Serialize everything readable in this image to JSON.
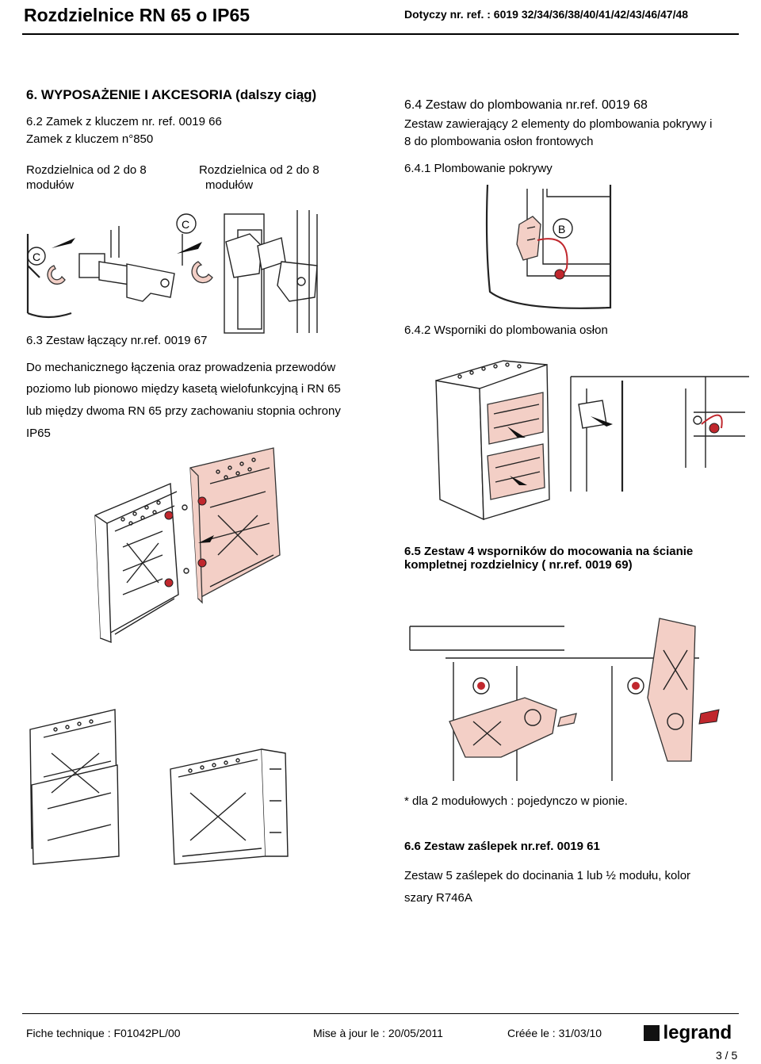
{
  "header": {
    "title": "Rozdzielnice RN 65 o IP65",
    "reference": "Dotyczy  nr. ref. : 6019 32/34/36/38/40/41/42/43/46/47/48"
  },
  "left": {
    "section_title": "6. WYPOSAŻENIE I  AKCESORIA (dalszy ciąg)",
    "s62_title": "6.2 Zamek z kluczem nr.  ref.  0019 66",
    "s62_subtitle": "Zamek  z  kluczem n°850",
    "s62_caption_a1": "Rozdzielnica od 2 do 8",
    "s62_caption_a2": "modułów",
    "s62_caption_b1": "Rozdzielnica od 2 do 8",
    "s62_caption_b2": "modułów",
    "s62_label_c": "C",
    "s63_title": "6.3 Zestaw łączący nr.ref. 0019 67",
    "s63_line1": "Do  mechanicznego łączenia oraz  prowadzenia przewodów",
    "s63_line2": "poziomo lub  pionowo między kasetą  wielofunkcyjną i RN 65",
    "s63_line3": "lub  między  dwoma  RN 65 przy  zachowaniu  stopnia  ochrony",
    "s63_line4": "IP65"
  },
  "right": {
    "s64_title": "6.4 Zestaw  do plombowania nr.ref. 0019 68",
    "s64_line1": "Zestaw zawierający 2 elementy do  plombowania  pokrywy i",
    "s64_line2": "8 do  plombowania  osłon frontowych",
    "s641_title": "6.4.1 Plombowanie  pokrywy",
    "s641_label_b": "B",
    "s642_title": "6.4.2 Wsporniki  do  plombowania osłon",
    "s65_title1": "6.5 Zestaw  4  wsporników do mocowania na ścianie",
    "s65_title2": "kompletnej rozdzielnicy ( nr.ref. 0019 69)",
    "s65_note": "* dla 2 modułowych : pojedynczo w pionie.",
    "s66_title": "6.6 Zestaw zaślepek nr.ref. 0019 61",
    "s66_line1": "Zestaw  5 zaślepek do  docinania 1 lub ½ modułu, kolor",
    "s66_line2": "szary R746A"
  },
  "footer": {
    "fiche": "Fiche technique : F01042PL/00",
    "mise": "Mise à jour le : 20/05/2011",
    "creee": "Créée le : 31/03/10",
    "brand": "legrand",
    "page": "3 / 5"
  },
  "colors": {
    "accent_pink": "#f3cfc6",
    "seal_red": "#c0272d",
    "line": "#222222"
  }
}
